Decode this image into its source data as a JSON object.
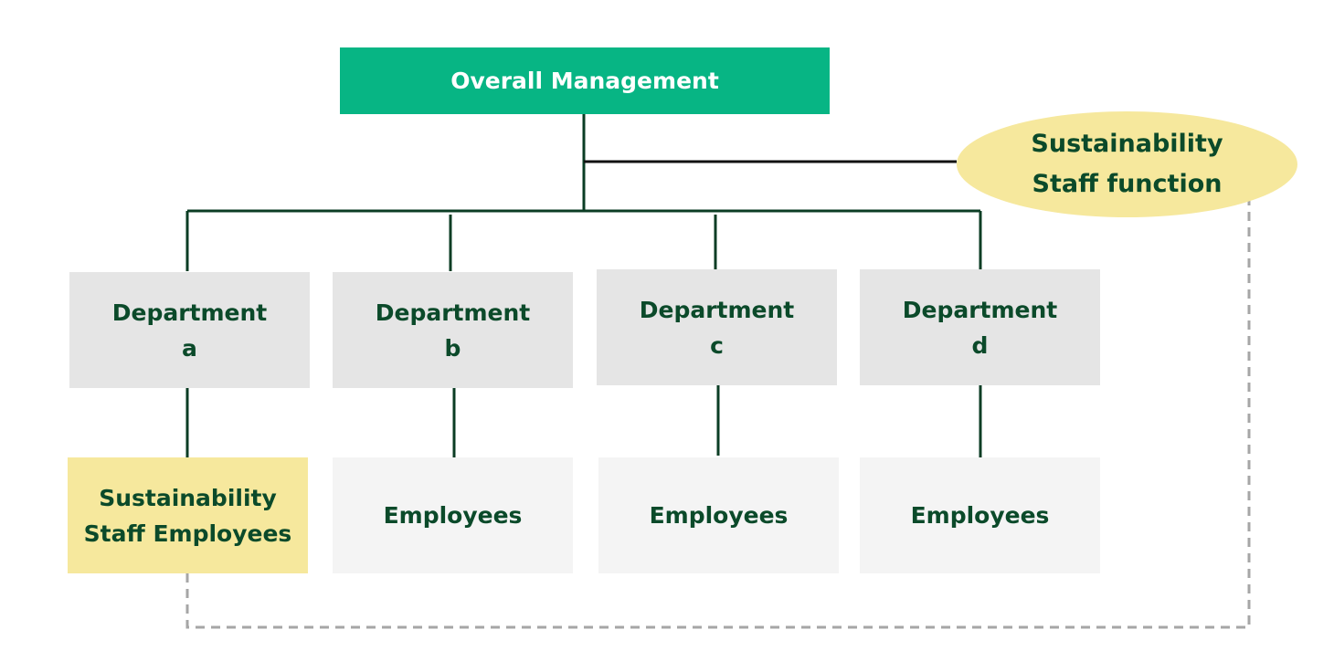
{
  "colors": {
    "management": "#07b584",
    "sustainability": "#f6e89d",
    "department": "#e5e5e5",
    "employees": "#f4f4f4",
    "text_dark": "#0b4a2a",
    "line": "#0b3d24",
    "dashed_line": "#a6a6a6"
  },
  "management": {
    "label": "Overall Management"
  },
  "staff_function": {
    "label": "Sustainability\nStaff function"
  },
  "departments": [
    {
      "label": "Department\na"
    },
    {
      "label": "Department\nb"
    },
    {
      "label": "Department\nc"
    },
    {
      "label": "Department\nd"
    }
  ],
  "employees": [
    {
      "label": "Sustainability\nStaff Employees"
    },
    {
      "label": "Employees"
    },
    {
      "label": "Employees"
    },
    {
      "label": "Employees"
    }
  ]
}
